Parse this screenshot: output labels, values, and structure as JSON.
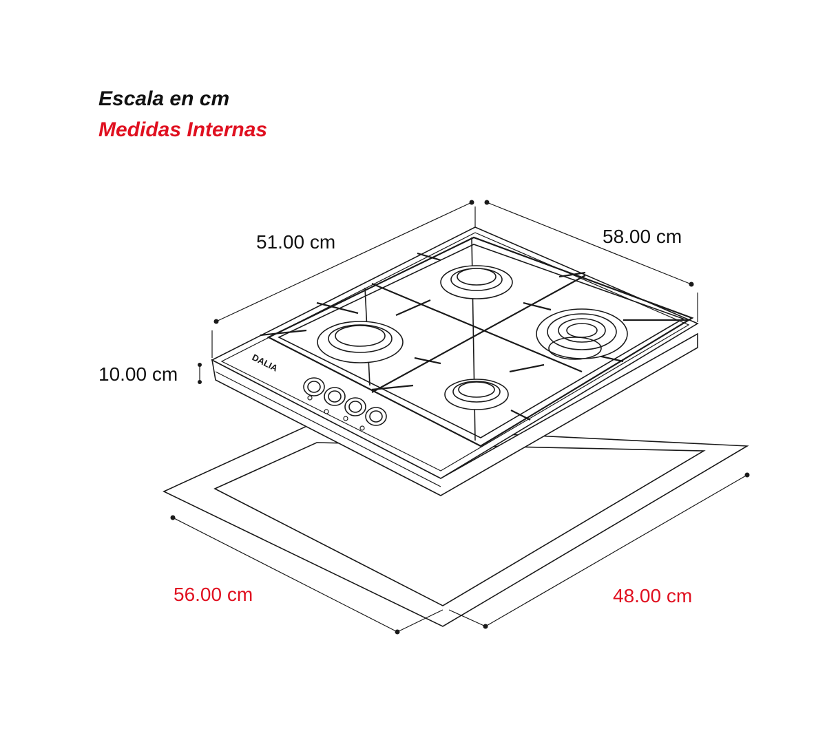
{
  "legend": {
    "scale_label": "Escala en cm",
    "internal_label": "Medidas Internas"
  },
  "dimensions": {
    "width": "51.00 cm",
    "depth": "58.00 cm",
    "height": "10.00 cm",
    "cutout_width": "56.00 cm",
    "cutout_depth": "48.00 cm"
  },
  "brand": "DALIA",
  "colors": {
    "line": "#1a1a1a",
    "external_dimensions": "#111111",
    "internal_dimensions": "#e01020"
  },
  "appliance": {
    "type": "gas-cooktop",
    "burners": 4,
    "knobs": 4
  }
}
